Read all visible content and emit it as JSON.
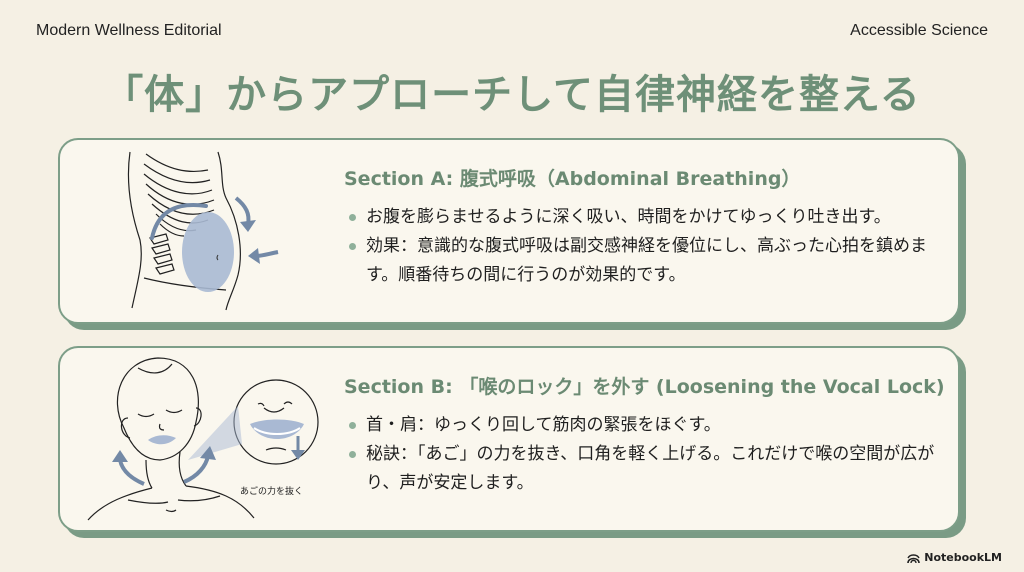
{
  "header": {
    "left_label": "Modern Wellness Editorial",
    "right_label": "Accessible Science",
    "title": "「体」からアプローチして自律神経を整える"
  },
  "sections": [
    {
      "title": "Section A: 腹式呼吸（Abdominal Breathing）",
      "illustration": "abdominal-breathing-torso",
      "bullets": [
        "お腹を膨らませるように深く吸い、時間をかけてゆっくり吐き出す。",
        "効果：意識的な腹式呼吸は副交感神経を優位にし、高ぶった心拍を鎮めます。順番待ちの間に行うのが効果的です。"
      ]
    },
    {
      "title": "Section B: 「喉のロック」を外す (Loosening the Vocal Lock)",
      "illustration": "neck-jaw-relaxation",
      "illustration_caption": "あごの力を抜く",
      "bullets": [
        "首・肩：ゆっくり回して筋肉の緊張をほぐす。",
        "秘訣：「あご」の力を抜き、口角を軽く上げる。これだけで喉の空間が広がり、声が安定します。"
      ]
    }
  ],
  "footer": {
    "brand": "NotebookLM",
    "brand_icon": "notebooklm-logo-icon"
  },
  "colors": {
    "background": "#f5f0e4",
    "card": "#faf7ee",
    "accent_green": "#6e9078",
    "border_green": "#7d9e88",
    "illustration_blue": "#a9b9d3",
    "arrow_blue": "#7389a6"
  }
}
